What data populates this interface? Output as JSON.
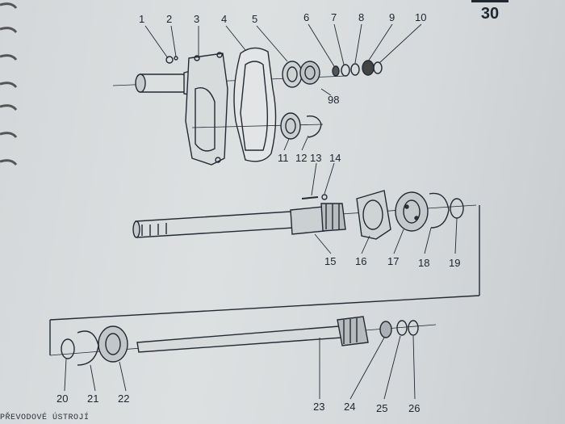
{
  "page_number": "30",
  "footer": "PŘEVODOVÉ ÚSTROJÍ",
  "part_numbers": {
    "p1": "1",
    "p2": "2",
    "p3": "3",
    "p4": "4",
    "p5": "5",
    "p6": "6",
    "p7": "7",
    "p8": "8",
    "p9": "9",
    "p10": "10",
    "p98": "98",
    "p11": "11",
    "p12": "12",
    "p13": "13",
    "p14": "14",
    "p15": "15",
    "p16": "16",
    "p17": "17",
    "p18": "18",
    "p19": "19",
    "p20": "20",
    "p21": "21",
    "p22": "22",
    "p23": "23",
    "p24": "24",
    "p25": "25",
    "p26": "26"
  }
}
